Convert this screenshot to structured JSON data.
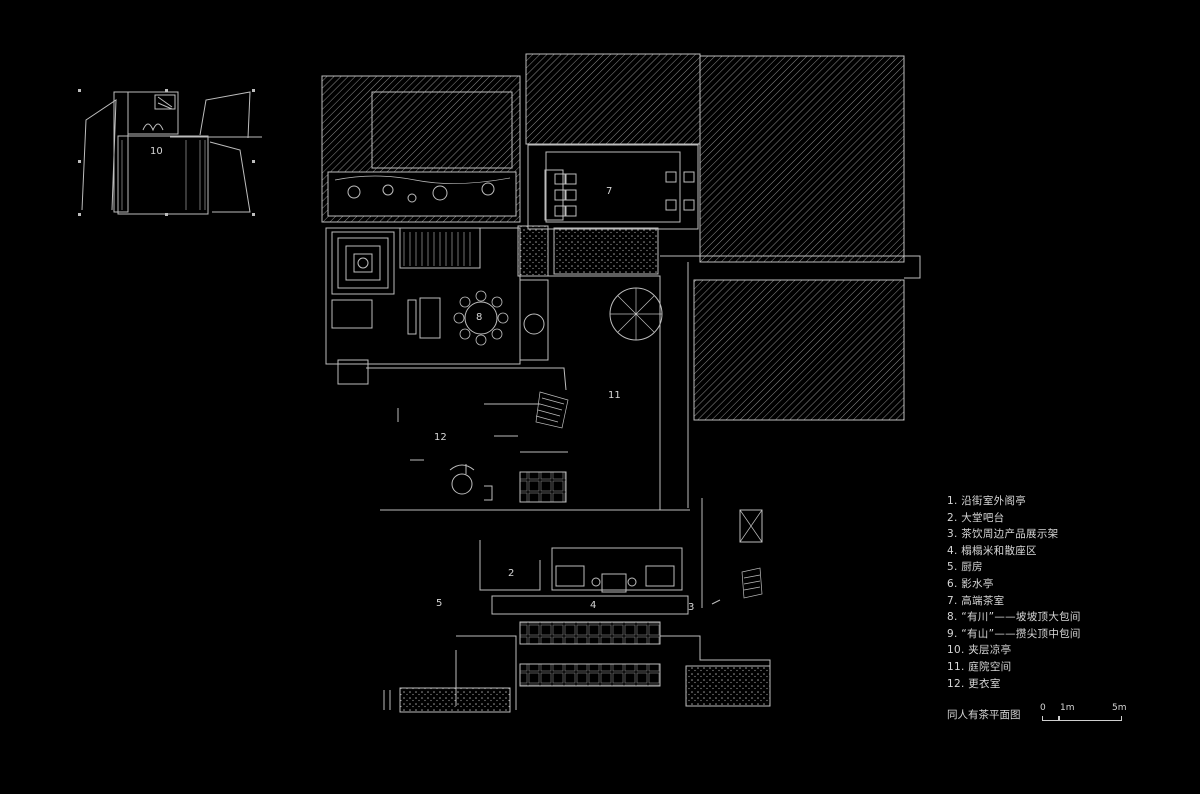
{
  "legend": [
    "1. 沿街室外阁亭",
    "2. 大堂吧台",
    "3. 茶饮周边产品展示架",
    "4. 榻榻米和散座区",
    "5. 厨房",
    "6. 影水亭",
    "7. 高端茶室",
    "8. “有川”——坡坡顶大包间",
    "9. “有山”——攒尖顶中包间",
    "10. 夹层凉亭",
    "11. 庭院空间",
    "12. 更衣室"
  ],
  "plan_title": "同人有茶平面图",
  "scale": {
    "zero": "0",
    "one": "1m",
    "five": "5m"
  },
  "room_labels": {
    "r2": "2",
    "r3": "3",
    "r4": "4",
    "r5": "5",
    "r7": "7",
    "r8": "8",
    "r10": "10",
    "r11": "11",
    "r12": "12"
  },
  "colors": {
    "background": "#000000",
    "line": "#bdbdbd",
    "hatch": "#8a8a8a"
  }
}
